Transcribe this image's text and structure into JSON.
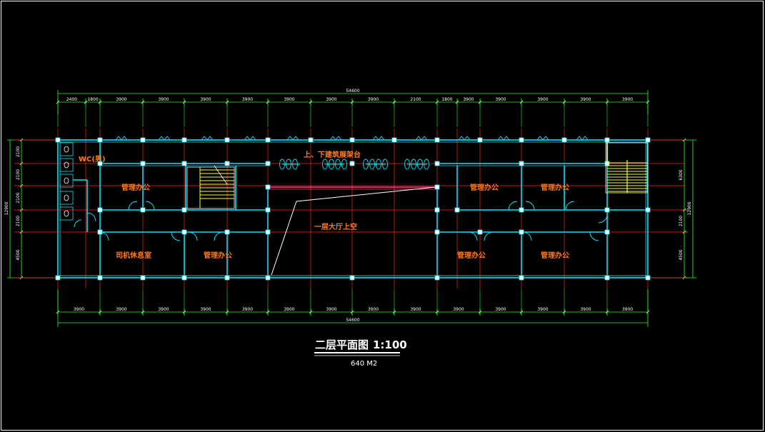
{
  "drawing": {
    "title": "二层平面图",
    "scale": "1:100",
    "area": "640 M2"
  },
  "dimensions": {
    "total_top": "54600",
    "total_bottom": "54600",
    "top_segments": [
      "2400",
      "1800",
      "3900",
      "3900",
      "3900",
      "3900",
      "3900",
      "3900",
      "3900",
      "2100",
      "1800",
      "3900",
      "3900",
      "3900",
      "3900",
      "3900"
    ],
    "bottom_segments": [
      "3900",
      "3900",
      "3900",
      "3900",
      "3900",
      "3900",
      "3900",
      "3900",
      "3900",
      "3900",
      "3900",
      "3900",
      "3900",
      "3900"
    ],
    "left_segments": [
      "2100",
      "2100",
      "2100",
      "2100",
      "4500"
    ],
    "left_total": "12900",
    "right_segments": [
      "6300",
      "2100",
      "4500"
    ],
    "right_total": "12900"
  },
  "rooms": {
    "wc": "WC(男)",
    "atrium_note": "上、下建筑展架台",
    "hall_note": "一层大厅上空",
    "office_nw": "管理办公",
    "office_ne1": "管理办公",
    "office_ne2": "管理办公",
    "rest_room": "司机休息室",
    "office_sw": "管理办公",
    "office_se1": "管理办公",
    "office_se2": "管理办公"
  },
  "colors": {
    "background": "#000000",
    "wall": "#00e5ff",
    "axis": "#ff2020",
    "dimension": "#22ff22",
    "room_text": "#ff7a1a",
    "stair": "#ffff33",
    "hall_void": "#ff3a8a"
  }
}
